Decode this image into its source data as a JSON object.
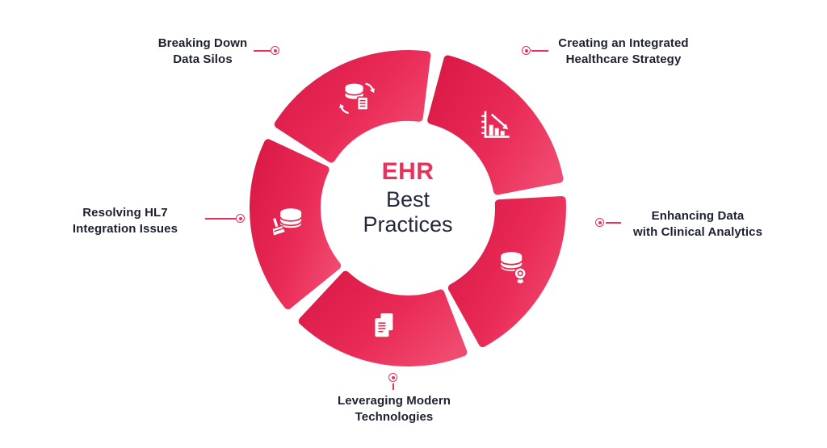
{
  "center": {
    "title": "EHR",
    "subtitle": "Best Practices"
  },
  "colors": {
    "accent": "#E8315B",
    "gradient_start": "#DB1A48",
    "gradient_end": "#F04A70",
    "icon_detail": "#E5284F",
    "label_text": "#1C2030",
    "icon_fill": "#FFFFFF"
  },
  "segments": [
    {
      "label": "Breaking Down\nData Silos",
      "icon": "database-sync-icon",
      "start": -57,
      "end": 7,
      "icon_angle": -25
    },
    {
      "label": "Creating an Integrated\nHealthcare Strategy",
      "icon": "declining-chart-icon",
      "start": 15,
      "end": 79,
      "icon_angle": 47
    },
    {
      "label": "Enhancing Data\nwith Clinical Analytics",
      "icon": "database-award-icon",
      "start": 87,
      "end": 151,
      "icon_angle": 119
    },
    {
      "label": "Leveraging Modern\nTechnologies",
      "icon": "documents-icon",
      "start": 159,
      "end": 223,
      "icon_angle": 191
    },
    {
      "label": "Resolving HL7\nIntegration Issues",
      "icon": "database-brush-icon",
      "start": 231,
      "end": 295,
      "icon_angle": 263
    }
  ]
}
